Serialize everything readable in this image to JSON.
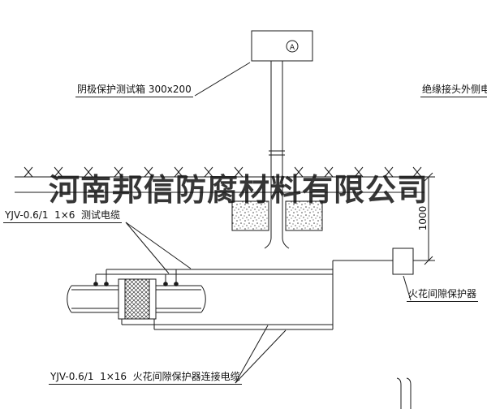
{
  "watermark": {
    "text": "河南邦信防腐材料有限公司"
  },
  "labels": {
    "test_box": "阴极保护测试箱 300x200",
    "outer_cable": "绝缘接头外侧电缆",
    "test_cable": "YJV-0.6/1  1×6  测试电缆",
    "dimension_1000": "1000",
    "spark_gap_protector": "火花间隙保护器",
    "spark_gap_cable": "YJV-0.6/1  1×16  火花间隙保护器连接电缆"
  },
  "symbols": {
    "ammeter": "A"
  },
  "colors": {
    "line": "#1a1a1a",
    "text": "#111111",
    "watermark": "#141414",
    "background": "#ffffff"
  }
}
